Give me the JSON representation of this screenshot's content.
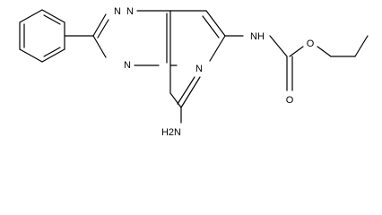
{
  "molecule": {
    "atoms": {
      "n1": "N",
      "n2": "N",
      "n4": "N",
      "n_py": "N",
      "nh": "NH",
      "nh2": "H2N",
      "o_carbonyl": "O",
      "o_ester": "O"
    }
  }
}
